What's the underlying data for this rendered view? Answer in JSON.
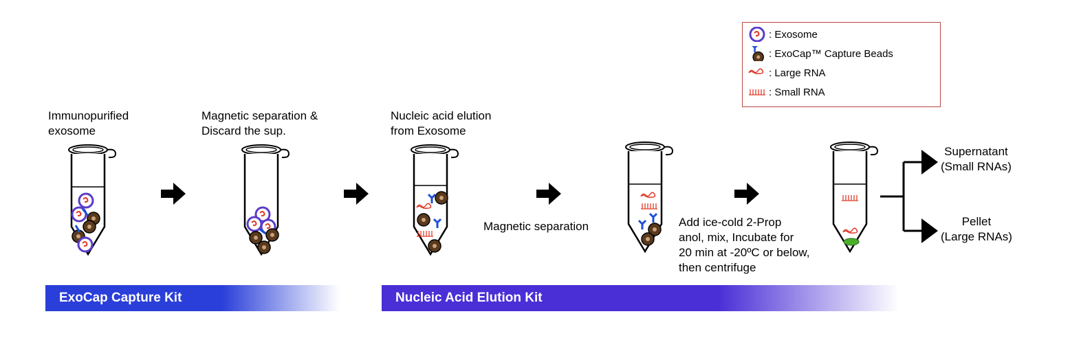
{
  "legend": {
    "exosome": ": Exosome",
    "beads": ": ExoCap™ Capture Beads",
    "large_rna": ": Large RNA",
    "small_rna": ": Small RNA"
  },
  "steps": {
    "s1": "Immunopurified\nexosome",
    "s2": "Magnetic separation &\nDiscard the sup.",
    "s3": "Nucleic acid elution\nfrom Exosome",
    "s4": "Magnetic separation",
    "s5": "Add ice-cold 2-Prop\nanol, mix, Incubate for\n20 min at -20ºC or below,\nthen centrifuge"
  },
  "outputs": {
    "supernatant": "Supernatant\n(Small RNAs)",
    "pellet": "Pellet\n(Large RNAs)"
  },
  "kits": {
    "kit1": "ExoCap Capture Kit",
    "kit2": "Nucleic Acid Elution Kit"
  },
  "colors": {
    "exosome_ring": "#5a3cc8",
    "bead": "#5a3a1e",
    "antibody": "#1e4fd6",
    "rna": "#e03a2a",
    "pellet": "#4caf2a",
    "kit1_bar": "#2a3fd9",
    "kit2_bar": "#4a2ed6"
  }
}
